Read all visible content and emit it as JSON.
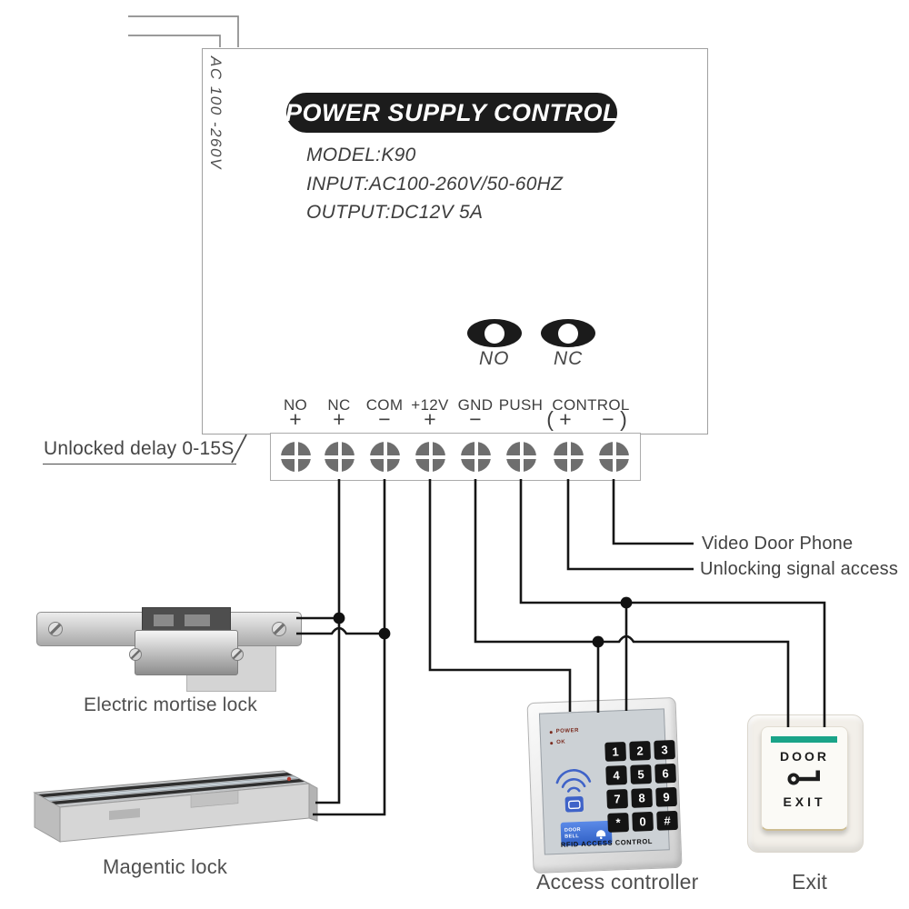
{
  "diagram": {
    "ac_input_label": "AC 100 -260V",
    "title": "POWER SUPPLY CONTROL",
    "specs": {
      "model": "MODEL:K90",
      "input": "INPUT:AC100-260V/50-60HZ",
      "output": "OUTPUT:DC12V 5A"
    },
    "jumpers": {
      "no": "NO",
      "nc": "NC"
    },
    "terminals": {
      "names": [
        "NO",
        "NC",
        "COM",
        "+12V",
        "GND",
        "PUSH",
        "CONTROL"
      ],
      "signs": [
        "+",
        "+",
        "−",
        "+",
        "−",
        "( +",
        "− )"
      ]
    },
    "annotations": {
      "unlocked_delay": "Unlocked delay 0-15S",
      "video_door_phone": "Video Door Phone",
      "unlocking_signal_access": "Unlocking signal access"
    },
    "devices": {
      "mortise_lock_caption": "Electric mortise lock",
      "magnetic_lock_caption": "Magentic lock",
      "access_controller": {
        "caption": "Access controller",
        "led_power": "POWER",
        "led_ok": "OK",
        "keys": [
          "1",
          "2",
          "3",
          "4",
          "5",
          "6",
          "7",
          "8",
          "9",
          "*",
          "0",
          "#"
        ],
        "door_bell_line1": "DOOR",
        "door_bell_line2": "BELL",
        "panel_label": "RFID ACCESS CONTROL"
      },
      "exit_button": {
        "caption": "Exit",
        "door": "DOOR",
        "exit": "EXIT"
      }
    },
    "colors": {
      "wire": "#161616",
      "accent_green": "#1aa489",
      "accent_blue": "#3f63c8",
      "pill_bg": "#1c1c1c"
    }
  }
}
